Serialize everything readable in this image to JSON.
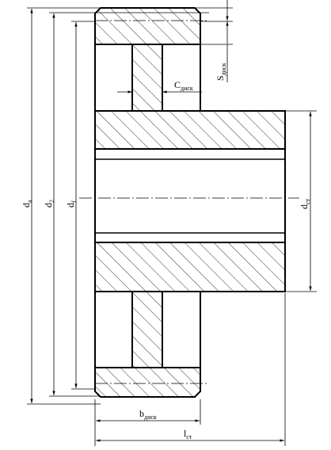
{
  "drawing": {
    "labels": {
      "da": {
        "main": "d",
        "sub": "a"
      },
      "d2": {
        "main": "d",
        "sub": "2"
      },
      "df": {
        "main": "d",
        "sub": "f"
      },
      "dst": {
        "main": "d",
        "sub": "ст"
      },
      "cdis": {
        "main": "C",
        "sub": "диск"
      },
      "sdis": {
        "main": "S",
        "sub": "диск"
      },
      "bdis": {
        "main": "b",
        "sub": "диск"
      },
      "lst": {
        "main": "l",
        "sub": "ст"
      }
    }
  }
}
